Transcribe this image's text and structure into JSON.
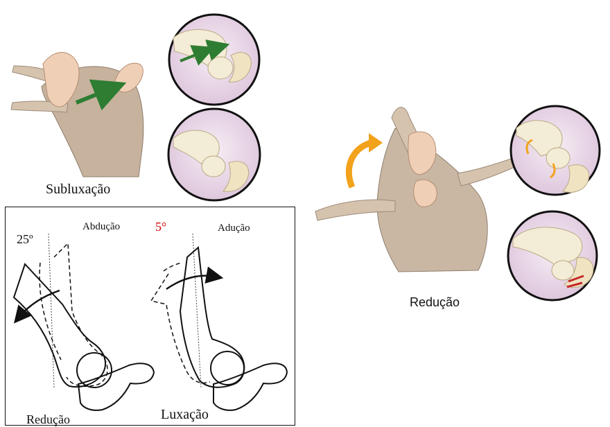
{
  "captions": {
    "subluxation": "Subluxação",
    "reduction_right": "Redução",
    "abduction": "Abdução",
    "adduction": "Adução",
    "angle_25": "25º",
    "angle_5": "5°",
    "reduction_left": "Redução",
    "luxation": "Luxação"
  },
  "colors": {
    "green_arrow": "#2e7d32",
    "orange_arrow": "#f2a21b",
    "red_arrow": "#c62828",
    "skin": "#c9b7a4",
    "bone": "#f3ecd6",
    "circle_bg": "#e7d8e6"
  }
}
